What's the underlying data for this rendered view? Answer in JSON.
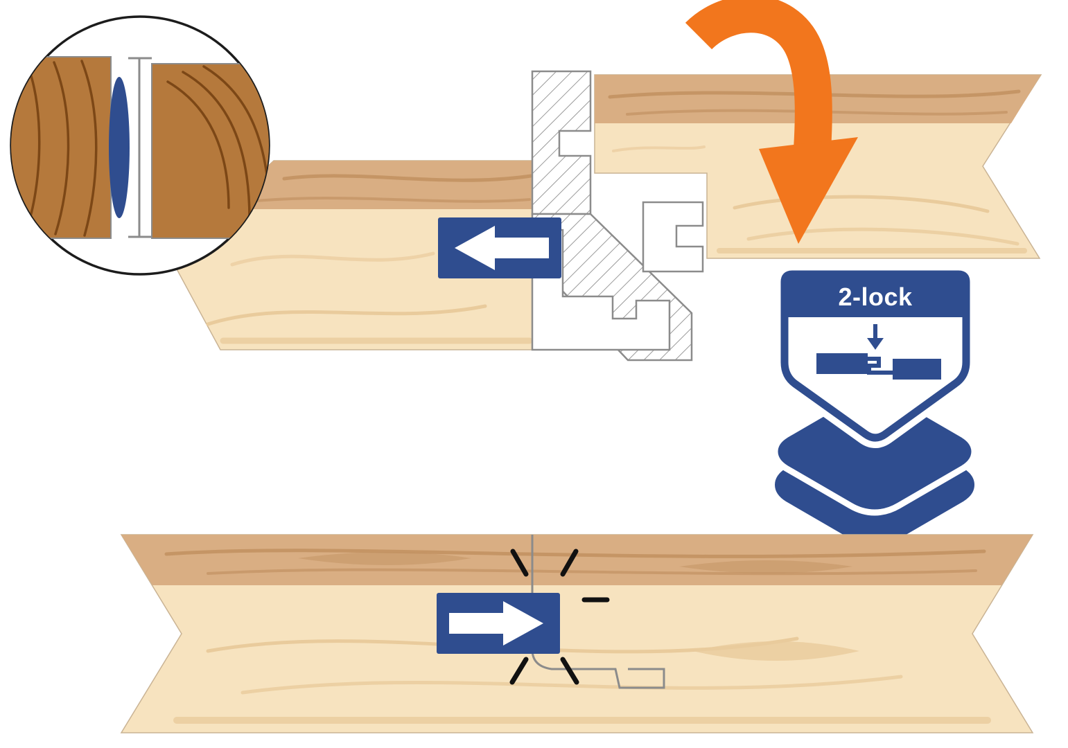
{
  "badge": {
    "label": "2-lock"
  },
  "icons": {
    "zoom_inset": "magnified-joint-inset",
    "rotation_arrow": "orange-fold-down-arrow",
    "upper_direction_badge": "blue-arrow-left-badge",
    "lower_direction_badge": "blue-arrow-right-badge",
    "two_lock_badge": "2-lock-shield-badge",
    "stacked_panels": "stacked-floor-panels-icon",
    "click_marks": "click-snap-marks"
  },
  "colors": {
    "blue": "#2f4d8f",
    "orange": "#f2761d",
    "wood_band": "#d9ae83",
    "wood_body": "#f7e3bf",
    "wood_grain_dark": "#c29262",
    "wood_grain_light": "#e9cb9c",
    "oak": "#b5793c",
    "oak_grain": "#7c4716",
    "outline_gray": "#8b8b8b",
    "click_black": "#111111",
    "white": "#ffffff"
  }
}
